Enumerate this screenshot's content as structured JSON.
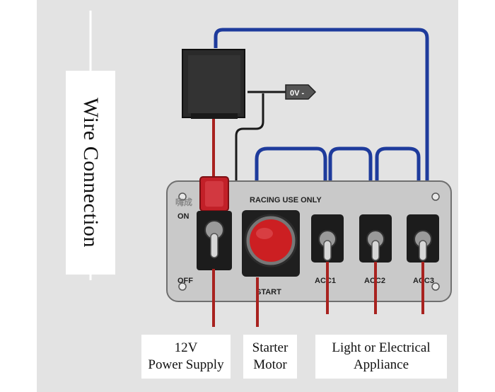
{
  "title": "Wire Connection",
  "panel": {
    "header": "RACING USE ONLY",
    "logo": "嗨成",
    "on_label": "ON",
    "off_label": "OFF",
    "start_label": "START",
    "acc_labels": [
      "ACC1",
      "ACC2",
      "ACC3"
    ]
  },
  "ground_tag": "0V -",
  "captions": {
    "power": [
      "12V",
      "Power Supply"
    ],
    "starter": [
      "Starter",
      "Motor"
    ],
    "appliance": [
      "Light or Electrical",
      "Appliance"
    ]
  },
  "colors": {
    "positive_wire": "#a8221f",
    "accessory_wire": "#1e3b9c",
    "ground_wire": "#1a1a1a",
    "panel": "#c9c9c9",
    "start_button": "#cc1f22",
    "safety_cover": "#c22028"
  }
}
